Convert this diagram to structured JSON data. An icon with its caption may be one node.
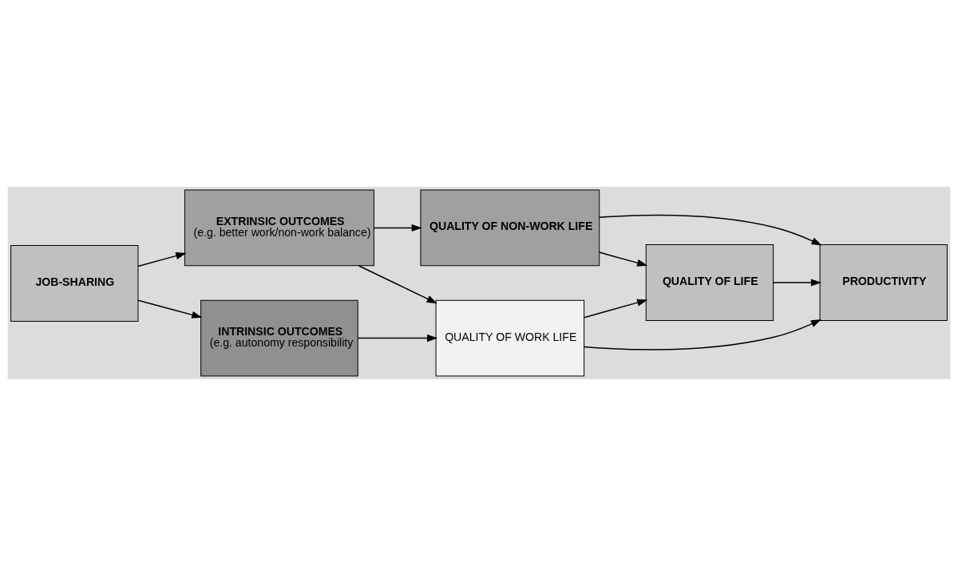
{
  "diagram": {
    "nodes": [
      {
        "text": [
          "EXTRINSIC OUTCOMES",
          "(e.g. better work/non-work balance)"
        ]
      },
      {
        "text": [
          "QUALITY OF NON-WORK LIFE"
        ]
      },
      {
        "text": [
          "JOB-SHARING"
        ]
      },
      {
        "text": [
          "QUALITY OF LIFE"
        ]
      },
      {
        "text": [
          "PRODUCTIVITY"
        ]
      },
      {
        "text": [
          "INTRINSIC OUTCOMES",
          "(e.g. autonomy responsibility"
        ]
      },
      {
        "text": [
          "QUALITY OF WORK LIFE"
        ]
      }
    ],
    "edges": [
      {
        "from": 2,
        "to": 0,
        "arrow": "to"
      },
      {
        "from": 0,
        "to": 1,
        "arrow": "to"
      },
      {
        "from": 1,
        "to": 3,
        "arrow": "to"
      },
      {
        "from": 1,
        "to": 4,
        "arrow": "to"
      },
      {
        "from": 0,
        "to": 6,
        "arrow": "to"
      },
      {
        "from": 2,
        "to": 5,
        "arrow": "to"
      },
      {
        "from": 5,
        "to": 6,
        "arrow": "to"
      },
      {
        "from": 6,
        "to": 3,
        "arrow": "to"
      },
      {
        "from": 3,
        "to": 4,
        "arrow": "to"
      },
      {
        "from": 6,
        "to": 4,
        "arrow": "to"
      }
    ]
  }
}
